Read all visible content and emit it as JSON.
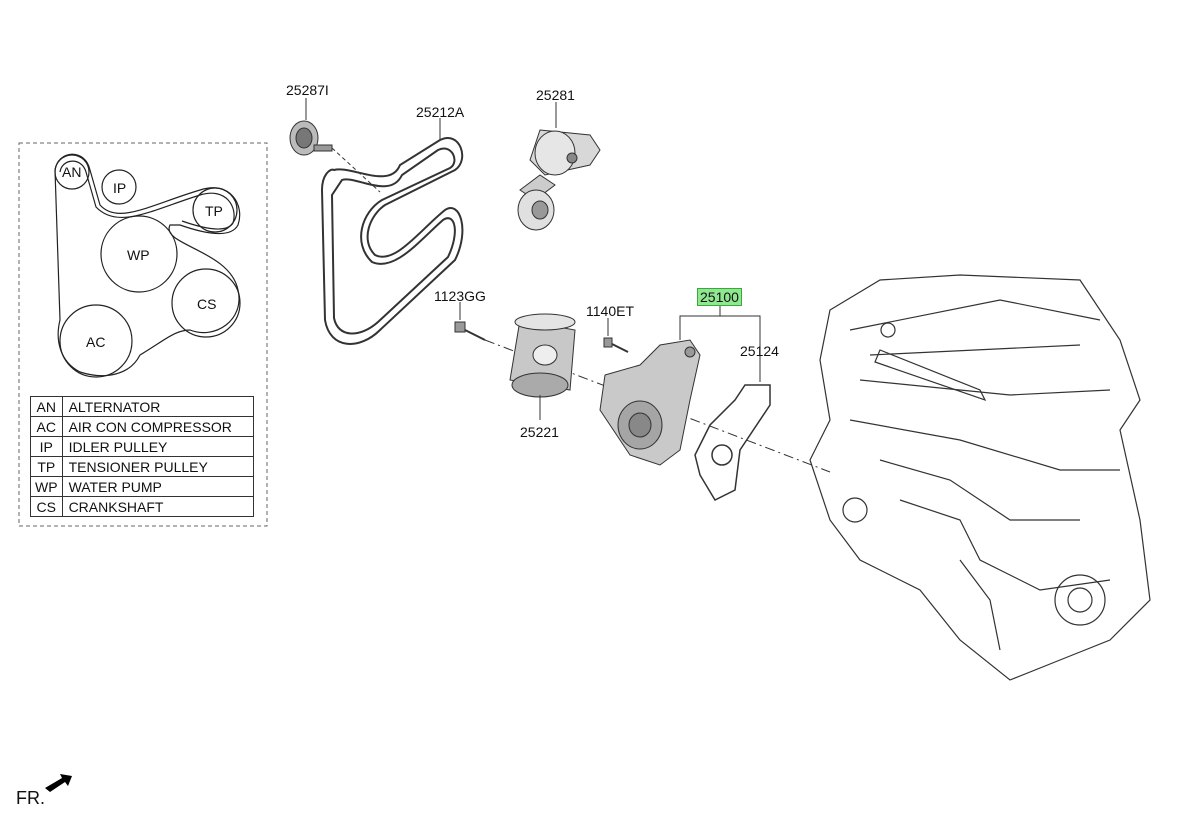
{
  "parts": {
    "p25287I": "25287I",
    "p25212A": "25212A",
    "p25281": "25281",
    "p1123GG": "1123GG",
    "p1140ET": "1140ET",
    "p25100": "25100",
    "p25124": "25124",
    "p25221": "25221"
  },
  "highlight_color": "#8fe88f",
  "belt_diagram": {
    "pulleys": [
      "AN",
      "IP",
      "TP",
      "WP",
      "CS",
      "AC"
    ]
  },
  "legend": [
    {
      "abbr": "AN",
      "name": "ALTERNATOR"
    },
    {
      "abbr": "AC",
      "name": "AIR CON COMPRESSOR"
    },
    {
      "abbr": "IP",
      "name": "IDLER PULLEY"
    },
    {
      "abbr": "TP",
      "name": "TENSIONER PULLEY"
    },
    {
      "abbr": "WP",
      "name": "WATER PUMP"
    },
    {
      "abbr": "CS",
      "name": "CRANKSHAFT"
    }
  ],
  "front_label": "FR."
}
